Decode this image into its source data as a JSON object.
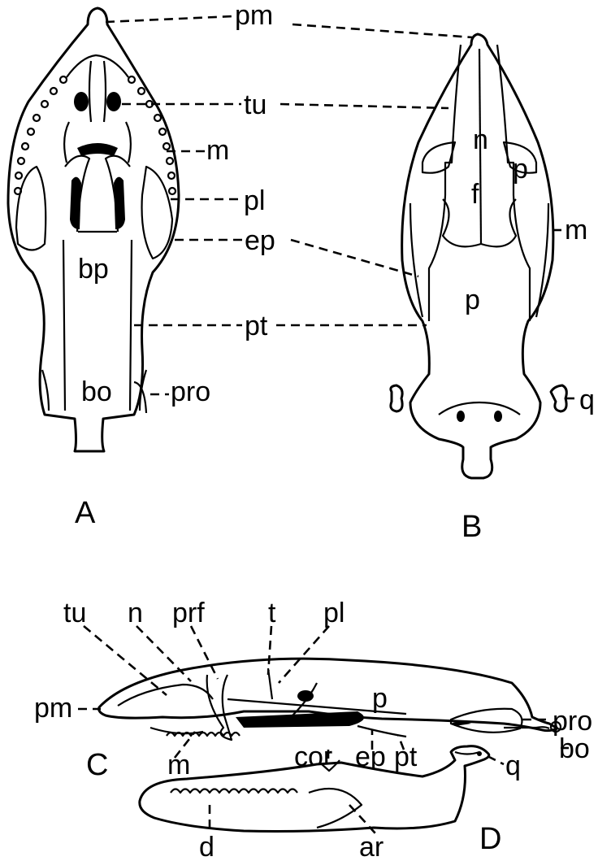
{
  "figure": {
    "panels": [
      {
        "id": "A",
        "label": "A"
      },
      {
        "id": "B",
        "label": "B"
      },
      {
        "id": "C",
        "label": "C"
      },
      {
        "id": "D",
        "label": "D"
      }
    ],
    "labels_A": {
      "pm": "pm",
      "tu": "tu",
      "m": "m",
      "pl": "pl",
      "ep": "ep",
      "bp": "bp",
      "pt": "pt",
      "bo": "bo",
      "pro": "pro"
    },
    "labels_B": {
      "n": "n",
      "f": "f",
      "p_small": "p",
      "p": "p",
      "m": "m",
      "q": "q"
    },
    "labels_C": {
      "tu": "tu",
      "n": "n",
      "prf": "prf",
      "t": "t",
      "pl": "pl",
      "pm": "pm",
      "p": "p",
      "pro": "pro",
      "bo": "bo",
      "m": "m",
      "cor": "cor",
      "ep": "ep",
      "pt": "pt"
    },
    "labels_D": {
      "q": "q",
      "d": "d",
      "ar": "ar"
    }
  }
}
